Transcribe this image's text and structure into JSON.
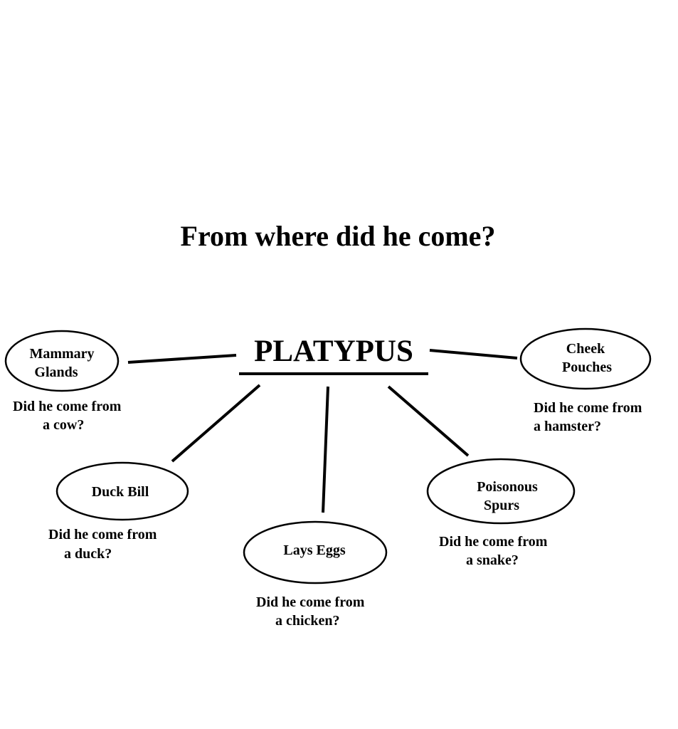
{
  "title": "From where did he come?",
  "center": "PLATYPUS",
  "nodes": [
    {
      "label1": "Mammary",
      "label2": "Glands",
      "q1": "Did he come from",
      "q2": "a cow?"
    },
    {
      "label1": "Cheek",
      "label2": "Pouches",
      "q1": "Did he come from",
      "q2": "a hamster?"
    },
    {
      "label1": "Duck Bill",
      "q1": "Did he come from",
      "q2": "a duck?"
    },
    {
      "label1": "Lays Eggs",
      "q1": "Did he come from",
      "q2": "a chicken?"
    },
    {
      "label1": "Poisonous",
      "label2": "Spurs",
      "q1": "Did he come from",
      "q2": "a snake?"
    }
  ]
}
